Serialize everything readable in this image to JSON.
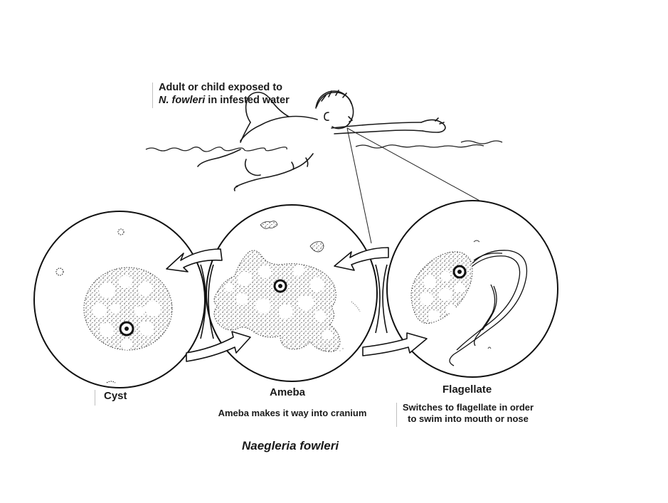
{
  "exposure_label": {
    "line1": "Adult or child exposed to",
    "line2_italic": "N. fowleri",
    "line2_rest": " in infested water"
  },
  "stages": {
    "cyst": "Cyst",
    "ameba": "Ameba",
    "flagellate": "Flagellate"
  },
  "captions": {
    "ameba": "Ameba makes it way into cranium",
    "flagellate_line1": "Switches to flagellate in order",
    "flagellate_line2": "to swim into mouth or nose"
  },
  "species_name": "Naegleria fowleri"
}
